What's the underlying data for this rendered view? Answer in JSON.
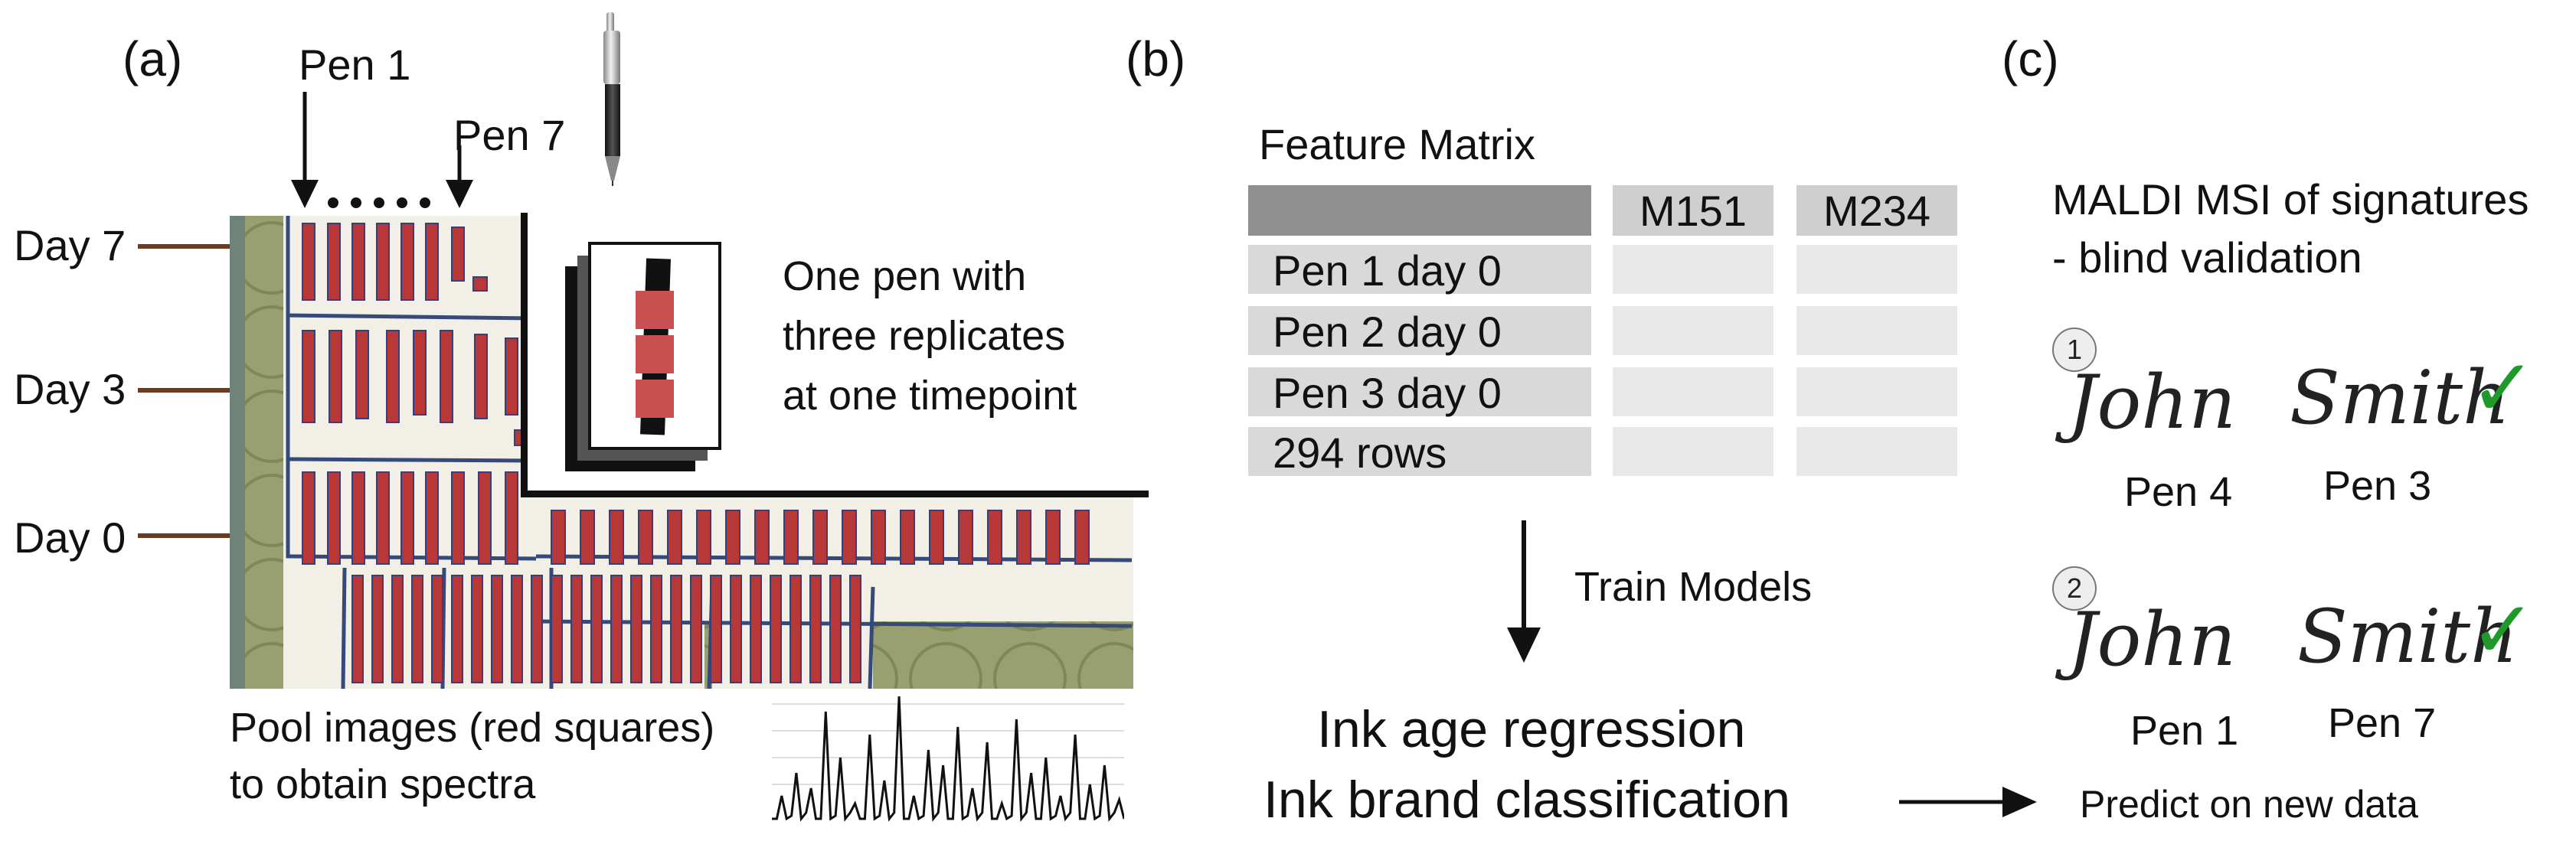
{
  "panel_a": {
    "label": "(a)",
    "pen_first": "Pen 1",
    "pen_last": "Pen 7",
    "days": [
      "Day 7",
      "Day 3",
      "Day 0"
    ],
    "callout": [
      "One pen with",
      "three replicates",
      "at one timepoint"
    ],
    "caption": [
      "Pool images (red squares)",
      "to obtain spectra"
    ]
  },
  "panel_b": {
    "label": "(b)",
    "title": "Feature Matrix",
    "columns": [
      "M151",
      "M234"
    ],
    "rows": [
      "Pen 1 day 0",
      "Pen 2 day 0",
      "Pen 3 day 0",
      "294 rows"
    ],
    "arrow_label": "Train Models",
    "outputs": [
      "Ink age regression",
      "Ink brand classification"
    ]
  },
  "panel_c": {
    "label": "(c)",
    "title": [
      "MALDI MSI of signatures",
      "- blind validation"
    ],
    "examples": [
      {
        "number": "1",
        "first": "John",
        "last": "Smith",
        "pen_first": "Pen 4",
        "pen_last": "Pen 3"
      },
      {
        "number": "2",
        "first": "John",
        "last": "Smith",
        "pen_first": "Pen 1",
        "pen_last": "Pen 7"
      }
    ],
    "predict": "Predict on new data"
  },
  "colors": {
    "day_arrow": "#6b3a1f",
    "check": "#1f9a2a",
    "sample_red": "#b83838",
    "image_bg": "#8f9a68"
  },
  "icons": [
    "pen-icon",
    "check-icon"
  ]
}
